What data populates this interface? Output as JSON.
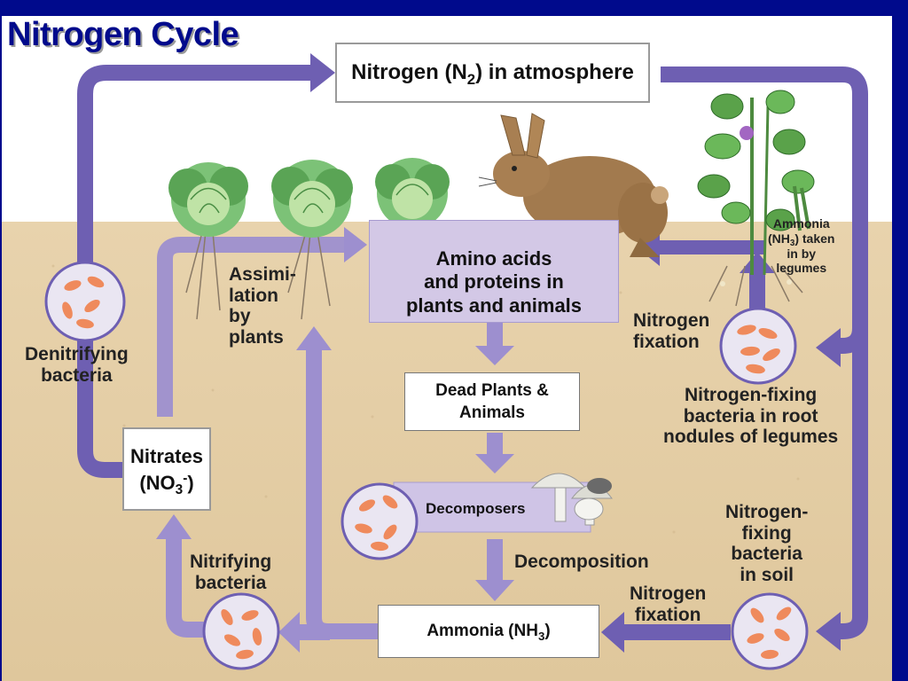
{
  "title": "Nitrogen Cycle",
  "atmosphere": {
    "pre": "Nitrogen (N",
    "sub": "2",
    "post": ") in atmosphere"
  },
  "amino": [
    "Amino acids",
    "and proteins in",
    "plants and animals"
  ],
  "assimilation": [
    "Assimi-",
    "lation",
    "by",
    "plants"
  ],
  "denitrifying": [
    "Denitrifying",
    "bacteria"
  ],
  "nitrates": {
    "line1": "Nitrates",
    "pre": "(NO",
    "sub": "3",
    "sup": "-",
    "post": ")"
  },
  "nitrifying": [
    "Nitrifying",
    "bacteria"
  ],
  "dead": [
    "Dead Plants &",
    "Animals"
  ],
  "decomposers": "Decomposers",
  "decomposition": "Decomposition",
  "ammonia_box": {
    "pre": "Ammonia (NH",
    "sub": "3",
    "post": ")"
  },
  "fixation_bottom": [
    "Nitrogen",
    "fixation"
  ],
  "fixing_soil": [
    "Nitrogen-",
    "fixing",
    "bacteria",
    "in soil"
  ],
  "fixing_root": [
    "Nitrogen-fixing",
    "bacteria in root",
    "nodules of legumes"
  ],
  "fixation_top": [
    "Nitrogen",
    "fixation"
  ],
  "ammonia_legumes": {
    "line1": "Ammonia",
    "pre": "(NH",
    "sub": "3",
    "post": ") taken",
    "line3": "in by",
    "line4": "legumes"
  },
  "colors": {
    "frame": "#000a8c",
    "arrow": "#6e5fb2",
    "arrow_light": "#9d8fcf",
    "soil": "#e4cfa8",
    "amino_box": "#d3c8e6"
  }
}
